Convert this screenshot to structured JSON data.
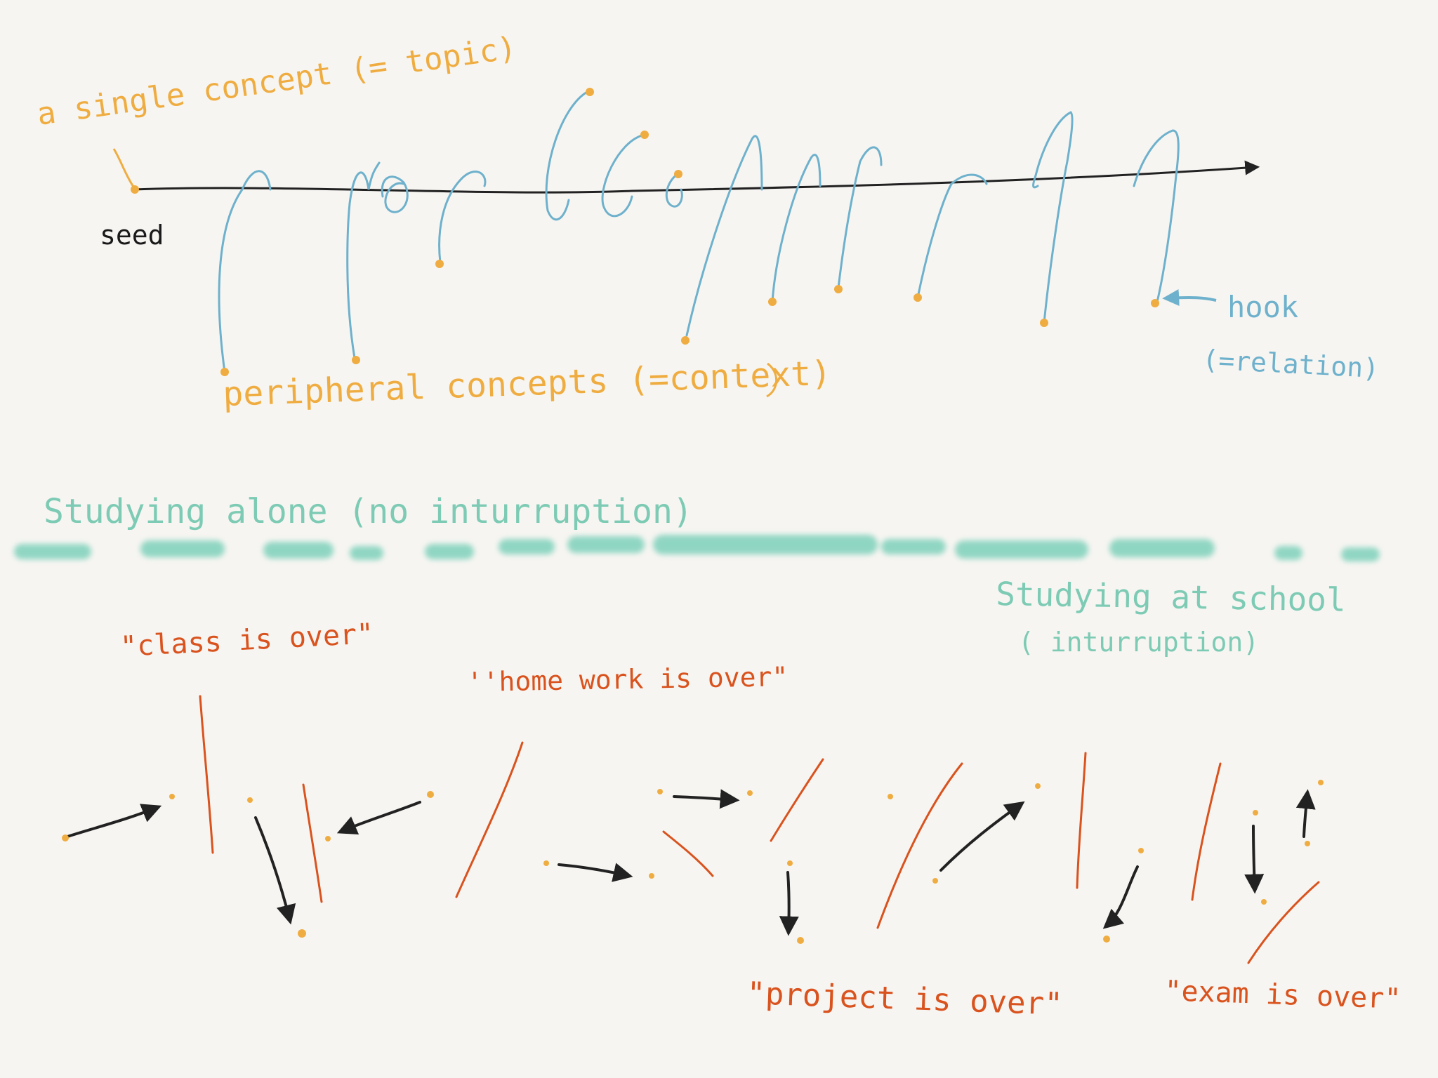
{
  "colors": {
    "background": "#f7f5f2",
    "concept_orange": "#efad41",
    "hook_blue": "#6eb1cc",
    "alone_green": "#7dcbb4",
    "interrupt_red": "#d9531e",
    "ink_black": "#222222"
  },
  "top": {
    "topic_label": "a single concept (= topic)",
    "seed_label": "seed",
    "context_label": "peripheral concepts (=context)",
    "hook_label": "hook",
    "hook_sub_label": "(=relation)"
  },
  "middle": {
    "alone_label": "Studying alone (no inturruption)",
    "school_label": "Studying at school",
    "school_sub_label": "( inturruption)"
  },
  "bottom": {
    "class_label": "\"class is over\"",
    "homework_label": "''home work is over\"",
    "project_label": "\"project is over\"",
    "exam_label": "\"exam is over\""
  }
}
